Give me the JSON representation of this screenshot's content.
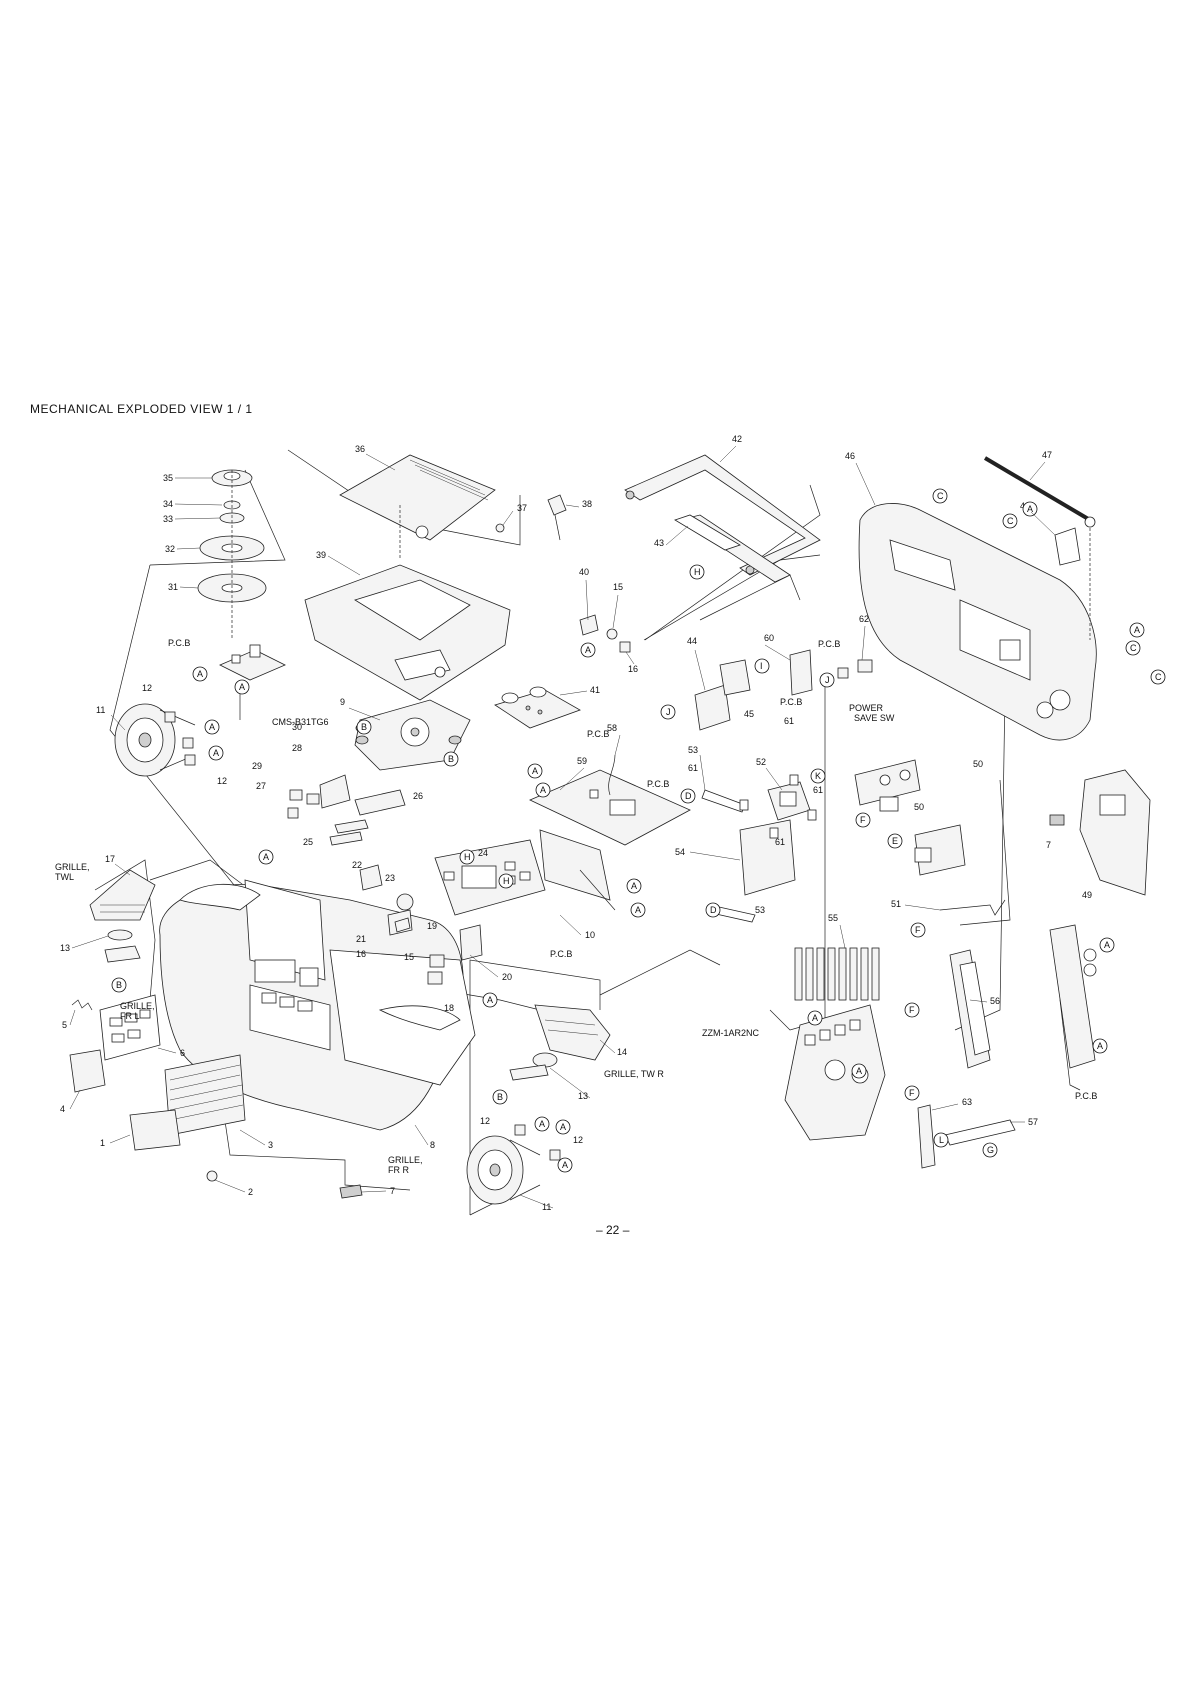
{
  "page": {
    "title": "MECHANICAL  EXPLODED  VIEW 1 / 1",
    "page_number": "– 22 –"
  },
  "diagram": {
    "part_labels": {
      "p1": "1",
      "p2": "2",
      "p3": "3",
      "p4": "4",
      "p5": "5",
      "p6": "6",
      "p7a": "7",
      "p7b": "7",
      "p8": "8",
      "p9": "9",
      "p10": "10",
      "p11a": "11",
      "p11b": "11",
      "p12a": "12",
      "p12b": "12",
      "p12c": "12",
      "p12d": "12",
      "p13a": "13",
      "p13b": "13",
      "p14": "14",
      "p15a": "15",
      "p15b": "15",
      "p16a": "16",
      "p16b": "16",
      "p17": "17",
      "p18": "18",
      "p19": "19",
      "p20": "20",
      "p21": "21",
      "p22": "22",
      "p23": "23",
      "p24": "24",
      "p25": "25",
      "p26": "26",
      "p27": "27",
      "p28": "28",
      "p29": "29",
      "p30": "30",
      "p31": "31",
      "p32": "32",
      "p33": "33",
      "p34": "34",
      "p35": "35",
      "p36": "36",
      "p37": "37",
      "p38": "38",
      "p39": "39",
      "p40": "40",
      "p41": "41",
      "p42": "42",
      "p43": "43",
      "p44": "44",
      "p45": "45",
      "p46": "46",
      "p47": "47",
      "p48": "48",
      "p49": "49",
      "p50a": "50",
      "p50b": "50",
      "p51": "51",
      "p52": "52",
      "p53a": "53",
      "p53b": "53",
      "p54": "54",
      "p55": "55",
      "p56": "56",
      "p57": "57",
      "p58": "58",
      "p59": "59",
      "p60": "60",
      "p61a": "61",
      "p61b": "61",
      "p61c": "61",
      "p61d": "61",
      "p62": "62",
      "p63": "63"
    },
    "text_labels": {
      "pcb_1": "P.C.B",
      "pcb_2": "P.C.B",
      "pcb_3": "P.C.B",
      "pcb_4": "P.C.B",
      "pcb_5": "P.C.B",
      "pcb_6": "P.C.B",
      "pcb_7": "P.C.B",
      "cms": "CMS-B31TG6",
      "grille_twl_1": "GRILLE,",
      "grille_twl_2": "TWL",
      "grille_frl_1": "GRILLE,",
      "grille_frl_2": "FR L",
      "grille_frr_1": "GRILLE,",
      "grille_frr_2": "FR R",
      "grille_twr": "GRILLE, TW R",
      "power_save_1": "POWER",
      "power_save_2": "SAVE SW",
      "zzm": "ZZM-1AR2NC"
    },
    "ref_markers": {
      "a1": "A",
      "a2": "A",
      "a3": "A",
      "a4": "A",
      "a5": "A",
      "a6": "A",
      "a7": "A",
      "a8": "A",
      "a9": "A",
      "a10": "A",
      "a11": "A",
      "a12": "A",
      "a13": "A",
      "a14": "A",
      "a15": "A",
      "a16": "A",
      "a17": "A",
      "a18": "A",
      "a19": "A",
      "a20": "A",
      "a21": "A",
      "b1": "B",
      "b2": "B",
      "b3": "B",
      "b4": "B",
      "c1": "C",
      "c2": "C",
      "c3": "C",
      "c4": "C",
      "d1": "D",
      "d2": "D",
      "e1": "E",
      "f1": "F",
      "f2": "F",
      "f3": "F",
      "f4": "F",
      "g1": "G",
      "h1": "H",
      "h2": "H",
      "h3": "H",
      "i1": "I",
      "j1": "J",
      "j2": "J",
      "k1": "K",
      "l1": "L"
    }
  }
}
